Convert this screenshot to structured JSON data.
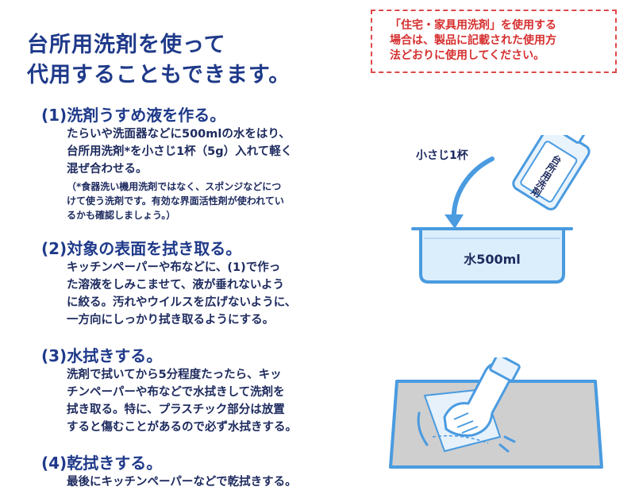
{
  "title": {
    "line1": "台所用洗剤を使って",
    "line2": "代用することもできます。"
  },
  "notice": {
    "line1": "「住宅・家具用洗剤」を使用する",
    "line2": "場合は、製品に記載された使用方",
    "line3": "法どおりに使用してください。"
  },
  "steps": [
    {
      "heading": "(1)洗剤うすめ液を作る。",
      "lines": [
        "たらいや洗面器などに500mlの水をはり、",
        "台所用洗剤*を小さじ1杯（5g）入れて軽く",
        "混ぜ合わせる。"
      ],
      "note": [
        "（*食器洗い機用洗剤ではなく、スポンジなどにつ",
        "けて使う洗剤です。有効な界面活性剤が使われてい",
        "るかも確認しましょう。）"
      ]
    },
    {
      "heading": "(2)対象の表面を拭き取る。",
      "lines": [
        "キッチンペーパーや布などに、(1)で作っ",
        "た溶液をしみこませて、液が垂れないよう",
        "に絞る。汚れやウイルスを広げないように、",
        "一方向にしっかり拭き取るようにする。"
      ]
    },
    {
      "heading": "(3)水拭きする。",
      "lines": [
        "洗剤で拭いてから5分程度たったら、キッ",
        "チンペーパーや布などで水拭きして洗剤を",
        "拭き取る。特に、プラスチック部分は放置",
        "すると傷むことがあるので必ず水拭きする。"
      ]
    },
    {
      "heading": "(4)乾拭きする。",
      "lines": [
        "最後にキッチンペーパーなどで乾拭きする。"
      ]
    }
  ],
  "illustration": {
    "spoon_label": "小さじ1杯",
    "bottle_label": "台所用洗剤",
    "basin_label": "水500ml"
  },
  "colors": {
    "title": "#1f3a8a",
    "body_text": "#1d2a5e",
    "notice_red": "#d62f2f",
    "accent_blue": "#4a9be0",
    "water_blue": "#dbeefc",
    "surface_gray": "#cfcfcf"
  }
}
